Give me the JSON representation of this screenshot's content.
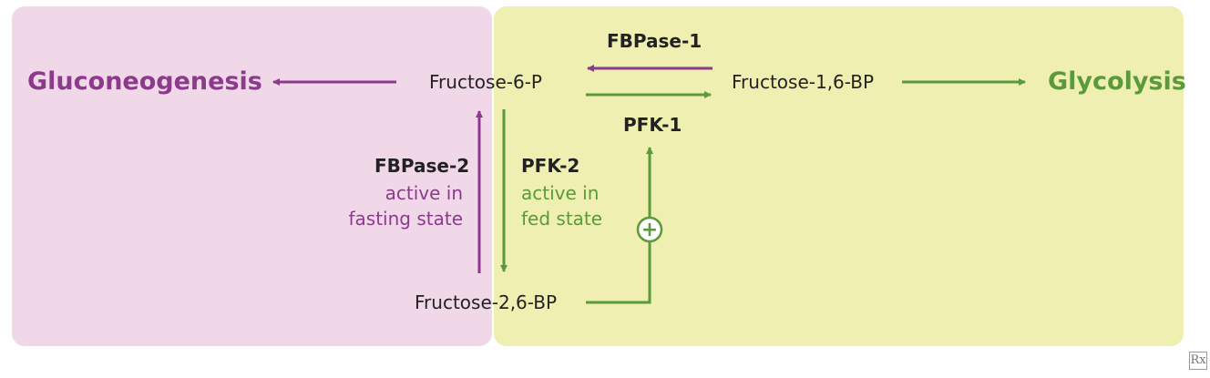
{
  "pathways": {
    "gluconeogenesis": "Gluconeogenesis",
    "glycolysis": "Glycolysis"
  },
  "metabolites": {
    "f6p": "Fructose-6-P",
    "f16bp": "Fructose-1,6-BP",
    "f26bp": "Fructose-2,6-BP"
  },
  "enzymes": {
    "fbpase1": "FBPase-1",
    "pfk1": "PFK-1",
    "fbpase2": "FBPase-2",
    "pfk2": "PFK-2"
  },
  "notes": {
    "fbpase2_line1": "active in",
    "fbpase2_line2": "fasting state",
    "pfk2_line1": "active in",
    "pfk2_line2": "fed state"
  },
  "regulation": {
    "activation_symbol": "+"
  },
  "logo": "Rx",
  "colors": {
    "gluconeogenesis_purple": "#8c3a8c",
    "glycolysis_green": "#5a9a3a",
    "left_panel_bg": "#f0d8e8",
    "right_panel_bg": "#eeefb0"
  }
}
